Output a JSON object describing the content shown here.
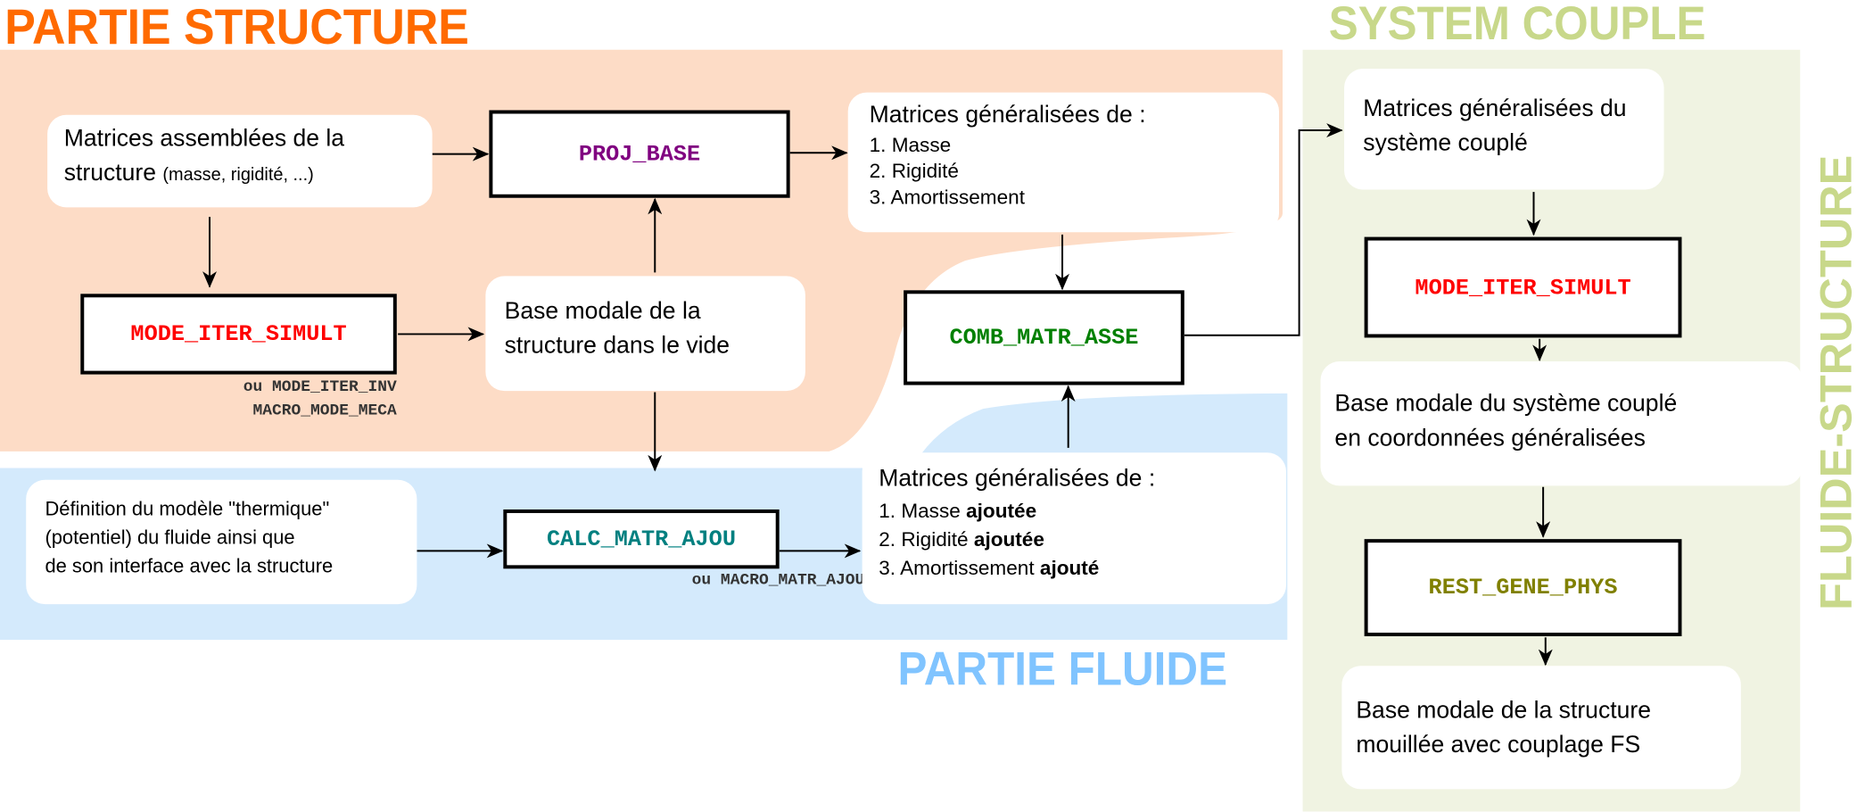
{
  "titles": {
    "structure": "PARTIE STRUCTURE",
    "fluide": "PARTIE FLUIDE",
    "system": "SYSTEM COUPLE",
    "fs": "FLUIDE-STRUCTURE"
  },
  "colors": {
    "structure_bg": "#fddcc6",
    "fluide_bg": "#d4eafc",
    "system_bg": "#f0f3e2",
    "structure_title": "#ff6a00",
    "fluide_title": "#80c4ff",
    "system_title": "#c8d88a"
  },
  "structure": {
    "assembled_line1": "Matrices assemblées de la",
    "assembled_line2": "structure",
    "assembled_small": "(masse, rigidité, ...)",
    "proj_base": "PROJ_BASE",
    "mode_iter_simult": "MODE_ITER_SIMULT",
    "alt_line1": "ou MODE_ITER_INV",
    "alt_line2": "MACRO_MODE_MECA",
    "base_modale_line1": "Base modale de la",
    "base_modale_line2": "structure dans le vide",
    "gen_title": "Matrices généralisées de :",
    "gen_items": [
      "1. Masse",
      "2. Rigidité",
      "3. Amortissement"
    ],
    "comb_matr_asse": "COMB_MATR_ASSE"
  },
  "fluide": {
    "def_line1": "Définition du modèle \"thermique\"",
    "def_line2": "(potentiel) du fluide ainsi que",
    "def_line3": "de son interface avec la structure",
    "calc_matr_ajou": "CALC_MATR_AJOU",
    "alt": "ou MACRO_MATR_AJOU",
    "gen_title": "Matrices généralisées de :",
    "gen_items": [
      {
        "prefix": "1. Masse ",
        "bold": "ajoutée"
      },
      {
        "prefix": "2. Rigidité ",
        "bold": "ajoutée"
      },
      {
        "prefix": "3. Amortissement ",
        "bold": "ajouté"
      }
    ]
  },
  "system": {
    "gen_line1": "Matrices généralisées du",
    "gen_line2": "système couplé",
    "mode_iter_simult": "MODE_ITER_SIMULT",
    "base_line1": "Base modale du système  couplé",
    "base_line2": "en coordonnées généralisées",
    "rest_gene_phys": "REST_GENE_PHYS",
    "final_line1": "Base modale de la structure",
    "final_line2": "mouillée avec couplage FS"
  }
}
